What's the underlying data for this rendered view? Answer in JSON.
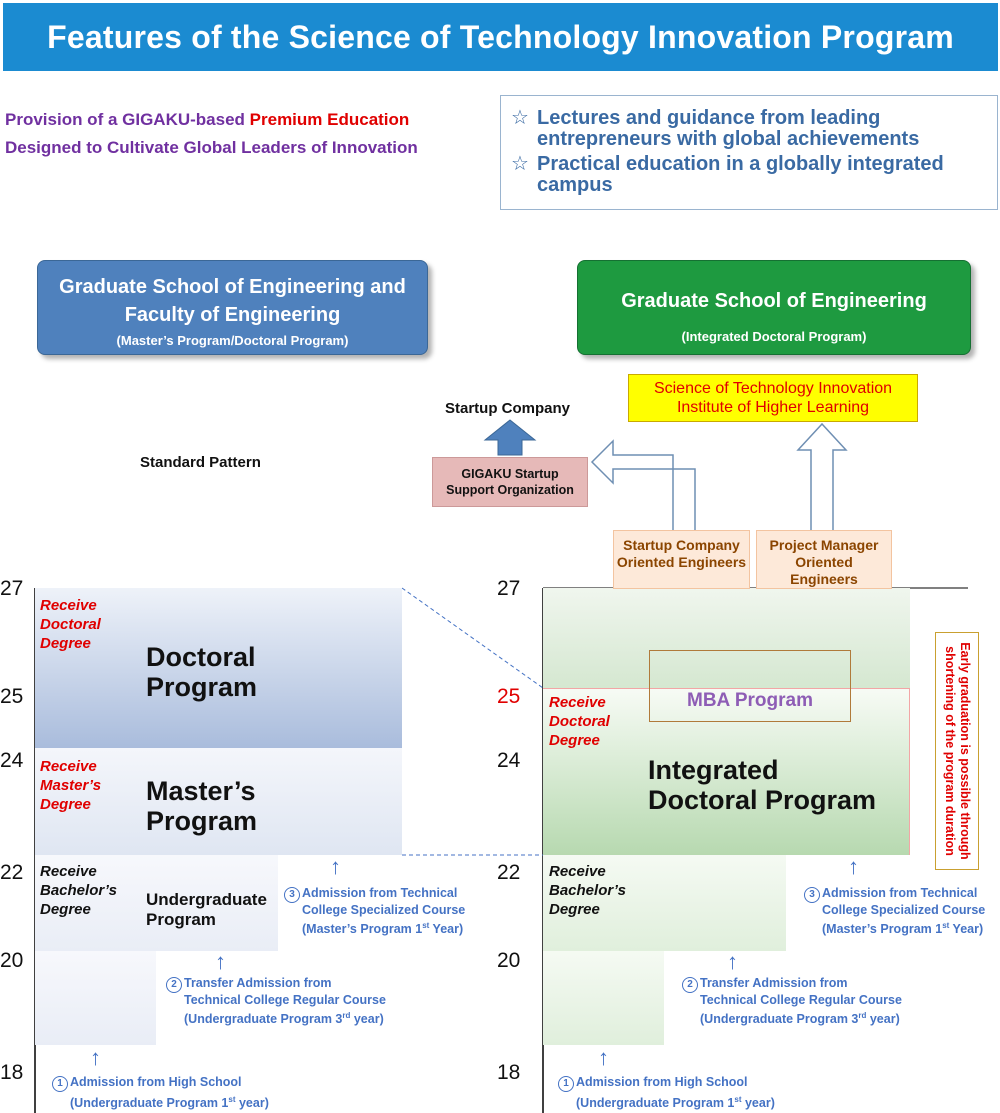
{
  "title": "Features of the Science of Technology Innovation Program",
  "tagline": {
    "line1_pre": "Provision of a GIGAKU-based ",
    "line1_highlight": "Premium Education",
    "line2": "Designed to Cultivate Global Leaders of Innovation"
  },
  "features": [
    "Lectures and guidance from leading entrepreneurs with global achievements",
    "Practical education in a globally integrated campus"
  ],
  "star": "☆",
  "left_school": {
    "name": "Graduate School of Engineering and Faculty of Engineering",
    "sub": "(Master’s Program/Doctoral Program)"
  },
  "right_school": {
    "name": "Graduate School of Engineering",
    "sub": "(Integrated Doctoral Program)"
  },
  "startup_company": "Startup Company",
  "standard_pattern": "Standard Pattern",
  "gigaku_support": "GIGAKU Startup Support Organization",
  "institute": "Science of Technology Innovation Institute of Higher Learning",
  "startup_engineers": "Startup Company Oriented Engineers",
  "pm_engineers": "Project Manager Oriented Engineers",
  "mba_program": "MBA Program",
  "early_graduation": "Early graduation is possible through shortening of the program duration",
  "years": {
    "y27": "27",
    "y25": "25",
    "y24": "24",
    "y22": "22",
    "y20": "20",
    "y18": "18"
  },
  "left": {
    "doctoral_program": "Doctoral Program",
    "masters_program": "Master’s Program",
    "undergraduate_program": "Undergraduate Program",
    "receive_doctoral": "Receive Doctoral Degree",
    "receive_masters": "Receive Master’s Degree",
    "receive_bachelors": "Receive Bachelor’s Degree"
  },
  "right": {
    "integrated_program": "Integrated Doctoral Program",
    "receive_doctoral": "Receive Doctoral Degree",
    "receive_bachelors": "Receive Bachelor’s Degree"
  },
  "admissions": {
    "a1_num": "1",
    "a1_line1": "Admission from High School",
    "a1_line2_pre": "(Undergraduate Program 1",
    "a1_sup": "st",
    "a1_line2_post": " year)",
    "a2_num": "2",
    "a2_line1": "Transfer Admission from",
    "a2_line2": "Technical College Regular Course",
    "a2_line3_pre": "(Undergraduate Program 3",
    "a2_sup": "rd",
    "a2_line3_post": " year)",
    "a3_num": "3",
    "a3_line1": "Admission from Technical",
    "a3_line2": "College Specialized Course",
    "a3_line3_pre": "(Master’s Program 1",
    "a3_sup": "st",
    "a3_line3_post": " Year)"
  },
  "colors": {
    "title_bg": "#1b8bd1",
    "left_school_bg": "#4f81bd",
    "right_school_bg": "#1e9a40",
    "receive_red": "#e00000",
    "admission_blue": "#4472c4",
    "tagline_purple": "#7030a0",
    "institute_bg": "#ffff00"
  }
}
